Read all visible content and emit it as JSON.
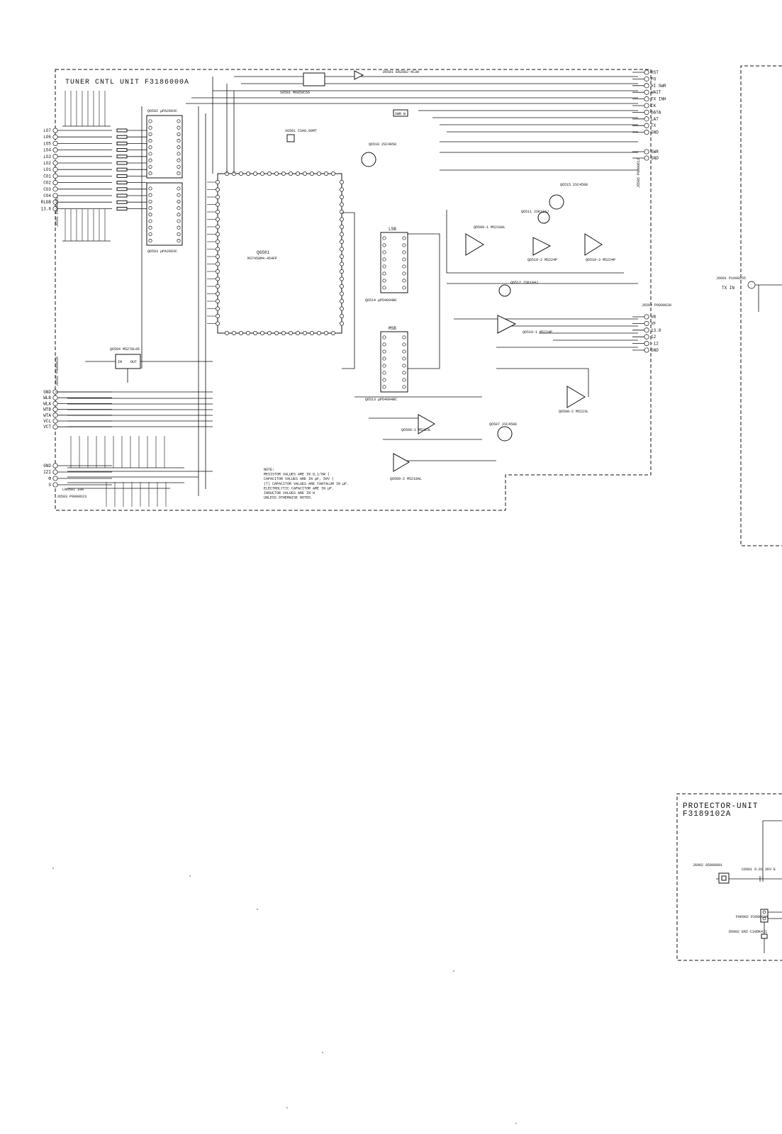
{
  "tuner": {
    "title": "TUNER CNTL UNIT F3186000A",
    "left_pins": [
      "LO7",
      "LO6",
      "LO5",
      "LO4",
      "LO3",
      "LO2",
      "LO1",
      "CO1",
      "CO2",
      "CO3",
      "CO4",
      "RLDB",
      "13.8"
    ],
    "left_connector": "J6501 P0090625",
    "mid_pins": [
      "GND",
      "WLB",
      "WLA",
      "WTB",
      "WTA",
      "VCL",
      "VCT"
    ],
    "mid_connector": "J6502 P0090626",
    "bot_pins": [
      "GND",
      "IZI",
      "Φ",
      "S"
    ],
    "bot_connector": "J6503 P0090623",
    "lnd_label": "LN6501 10A",
    "right_top_pins": [
      "RST",
      "PO",
      "HI SWR",
      "WAIT",
      "TX INH",
      "CK",
      "DATA",
      "LAT",
      "TX",
      "GND"
    ],
    "right_top_connector": "J6505 P0090612",
    "swr_pins": [
      "SWR",
      "GND"
    ],
    "right_mid_pins": [
      "VR",
      "VF",
      "13.8",
      "12",
      "-12",
      "GND"
    ],
    "right_mid_connector": "J6504 P0090639",
    "mcu_name": "Q6501",
    "mcu_part": "M37450M4-454FP",
    "ic_q6502": "Q6502 μPA2003C",
    "ic_q6503": "Q6503 μPA2003C",
    "lsb_label": "LSB",
    "msb_label": "MSB",
    "ic_q6514": "Q6514 μPD4094BC",
    "ic_q6513": "Q6513 μPD4094BC",
    "reg_name": "Q6504 M5278L05",
    "reg_in": "IN",
    "reg_out": "OUT",
    "swr_w": "SWR W",
    "q6510": "Q6510 2SC4058",
    "q6511": "Q6511 2SK104J",
    "q6512": "Q6512 2SK104J",
    "q6515": "Q6515 2SC4588",
    "q6507": "Q6507 2SC4588",
    "q6509": "Q6509-1 M5218AL",
    "q6510op": "Q6510-2 M5224P",
    "q6510op3": "Q6510-3 M5224P",
    "q6510op1": "Q6510-1 M5224P",
    "q6506": "Q6506-1 M5223L",
    "q6508": "Q6508-2 M5223L",
    "q6509b": "Q6509-2 M5218AL",
    "relay": "S6501 M6050C56",
    "xtal": "X6501 CSA8.00MT",
    "zener": "D6501 ERZ082-4C3H",
    "notes": [
      "NOTE:",
      "RESISTOR VALUES ARE IN Ω,1/8W (",
      "CAPACITOR VALUES ARE IN μF, 50V (",
      "(T) CAPACITOR VALUES ARE TANTALUM IN μF.",
      "ELECTROLYTIC CAPACITOR ARE IN μF.",
      "INDUCTOR VALUES ARE IN H",
      "UNLESS OTHERWISE NOTED."
    ]
  },
  "side_connector": {
    "ref": "J6601 P1090255",
    "label": "TX IN"
  },
  "protector": {
    "title_line1": "PROTECTOR-UNIT",
    "title_line2": "F3189102A",
    "c6901": "C6901 0.01 2KV E",
    "j6902": "J6902 85000091",
    "fh6902": "FH6902 P200003A",
    "d6902": "D6902 ERZ-C10DK471"
  },
  "colors": {
    "ink": "#111111",
    "paper": "#ffffff"
  }
}
